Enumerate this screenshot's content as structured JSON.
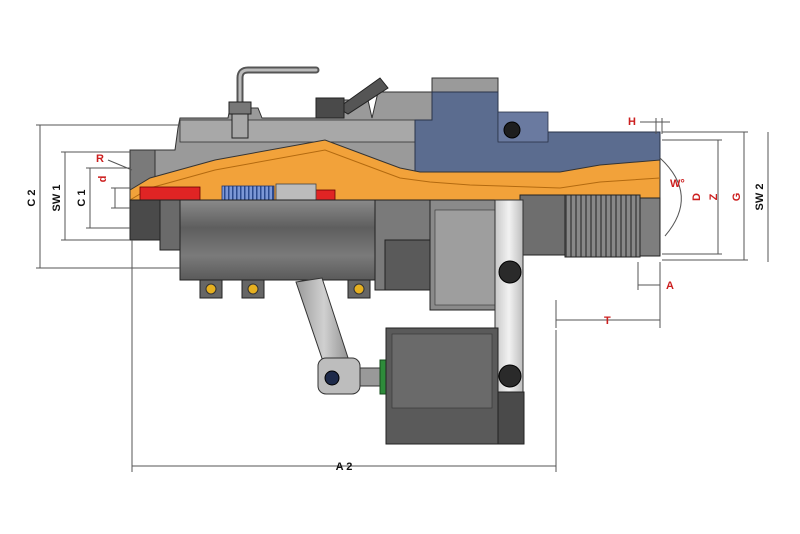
{
  "labels": {
    "c2": "C 2",
    "sw1": "SW 1",
    "c1": "C 1",
    "d_small": "d",
    "r": "R",
    "h": "H",
    "w_deg": "W°",
    "d_big": "D",
    "z": "Z",
    "g": "G",
    "sw2": "SW 2",
    "a": "A",
    "t": "T",
    "a2": "A 2"
  },
  "colors": {
    "housing": "#8f8f8f",
    "housing_dark": "#6a6a6a",
    "spindle_blue": "#5b6c8f",
    "orange": "#f2a23a",
    "red": "#e02424",
    "coil_blue": "#4a6fb5",
    "bar_light": "#d8d8d8",
    "label_red": "#cc1f1f",
    "label_black": "#111111"
  }
}
